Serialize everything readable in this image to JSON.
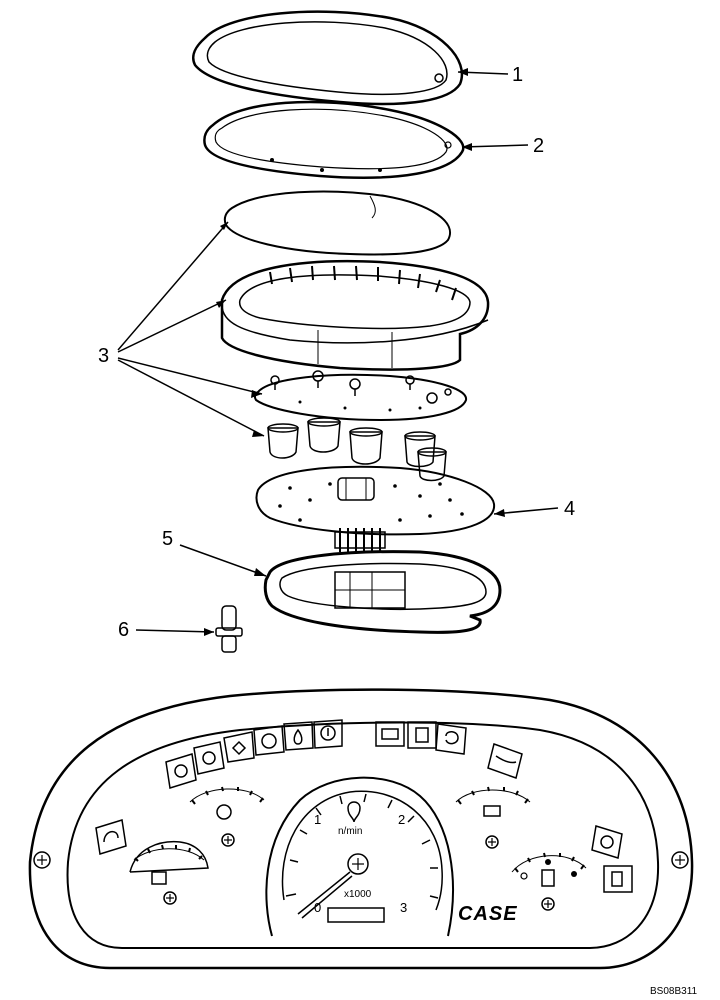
{
  "callouts": [
    "1",
    "2",
    "3",
    "4",
    "5",
    "6"
  ],
  "cluster": {
    "tach_ticks": [
      "0",
      "1",
      "2",
      "3"
    ],
    "tach_unit": "n/min",
    "tach_multiplier": "x1000",
    "brand": "CASE"
  },
  "drawing_code": "BS08B311",
  "colors": {
    "line": "#000000",
    "background": "#ffffff",
    "pointer_fill": "#000000"
  },
  "icons": [
    "bezel-ring",
    "lens",
    "mask-window",
    "gauge-housing",
    "face-plate",
    "light-bulbs",
    "circuit-board",
    "connector",
    "rear-housing",
    "bulb-socket",
    "warning-lamp-panel",
    "fuel-gauge",
    "battery-gauge",
    "tachometer"
  ]
}
